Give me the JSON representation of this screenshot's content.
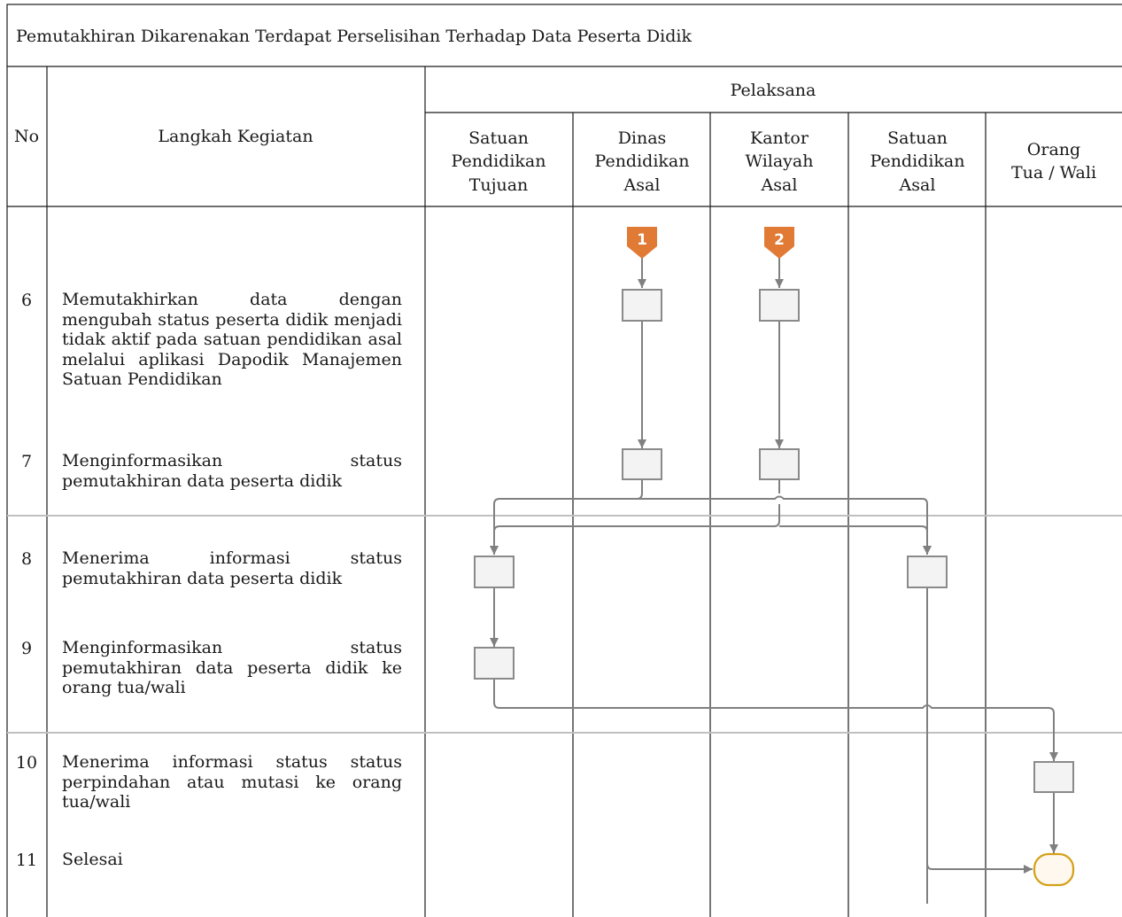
{
  "title": "Pemutakhiran Dikarenakan Terdapat Perselisihan Terhadap Data Peserta Didik",
  "headers": {
    "no": "No",
    "langkah": "Langkah Kegiatan",
    "pelaksana": "Pelaksana",
    "lanes": [
      [
        "Satuan",
        "Pendidikan",
        "Tujuan"
      ],
      [
        "Dinas",
        "Pendidikan",
        "Asal"
      ],
      [
        "Kantor",
        "Wilayah",
        "Asal"
      ],
      [
        "Satuan",
        "Pendidikan",
        "Asal"
      ],
      [
        "Orang",
        "Tua / Wali"
      ]
    ]
  },
  "connectors": [
    "1",
    "2"
  ],
  "steps": [
    {
      "no": "6",
      "text": "Memutakhirkan data dengan mengubah status peserta didik menjadi tidak aktif pada satuan pendidikan asal melalui aplikasi Dapodik Manajemen Satuan Pendidikan"
    },
    {
      "no": "7",
      "text": "Menginformasikan status pemutakhiran data peserta didik"
    },
    {
      "no": "8",
      "text": "Menerima informasi status pemutakhiran data peserta didik"
    },
    {
      "no": "9",
      "text": "Menginformasikan status pemutakhiran data peserta didik ke orang tua/wali"
    },
    {
      "no": "10",
      "text": "Menerima informasi status status perpindahan atau mutasi ke orang tua/wali"
    },
    {
      "no": "11",
      "text": "Selesai"
    }
  ],
  "colors": {
    "connector": "#e07a35",
    "box_fill": "#f3f3f3",
    "box_stroke": "#8a8a8a",
    "terminator_stroke": "#d4a017",
    "terminator_fill": "#fff8ef",
    "arrow": "#808080"
  }
}
